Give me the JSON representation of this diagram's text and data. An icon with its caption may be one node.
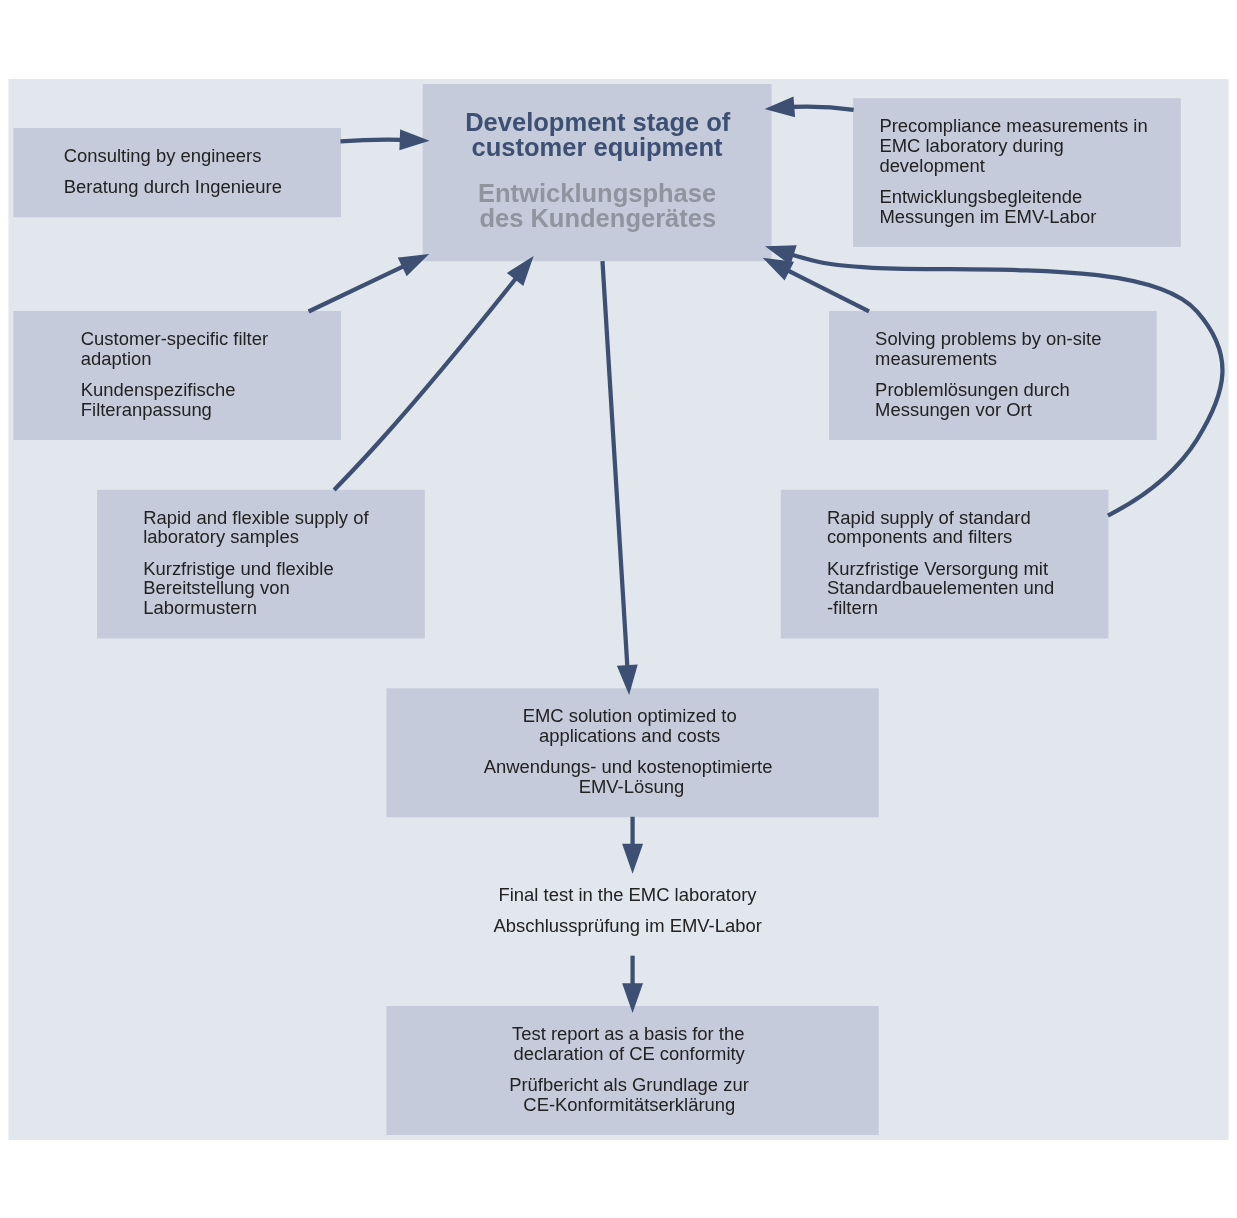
{
  "diagram": {
    "nodes": [
      {
        "text": [
          "Consulting by engineers",
          "Beratung durch Ingenieure"
        ]
      },
      {
        "text": [
          "Customer-specific filter adaption",
          "Kundenspezifische Filteranpassung"
        ]
      },
      {
        "text": [
          "Rapid and flexible supply of laboratory samples",
          "Kurzfristige und flexible Bereitstellung von Labormustern"
        ]
      },
      {
        "text": [
          "Development stage of customer equipment",
          "Entwicklungsphase des Kundengerätes"
        ]
      },
      {
        "text": [
          "Precompliance measurements in EMC laboratory during development",
          "Entwicklungsbegleitende Messungen im EMV-Labor"
        ]
      },
      {
        "text": [
          "Solving problems by on-site measurements",
          "Problemlösungen durch Messungen vor Ort"
        ]
      },
      {
        "text": [
          "Rapid supply of standard components and filters",
          "Kurzfristige Versorgung mit Standardbauelementen und -filtern"
        ]
      },
      {
        "text": [
          "EMC solution optimized to applications and costs",
          "Anwendungs- und kostenoptimierte EMV-Lösung"
        ]
      },
      {
        "text": [
          "Final test in the EMC laboratory",
          "Abschlussprüfung im EMV-Labor"
        ]
      },
      {
        "text": [
          "Test report as a basis for the declaration of CE conformity",
          "Prüfbericht als Grundlage zur CE-Konformitätserklärung"
        ]
      }
    ],
    "edges": [
      {
        "from": 0,
        "to": 3,
        "arrow": "to"
      },
      {
        "from": 1,
        "to": 3,
        "arrow": "to"
      },
      {
        "from": 2,
        "to": 3,
        "arrow": "to"
      },
      {
        "from": 4,
        "to": 3,
        "arrow": "to"
      },
      {
        "from": 5,
        "to": 3,
        "arrow": "to"
      },
      {
        "from": 6,
        "to": 3,
        "arrow": "to"
      },
      {
        "from": 3,
        "to": 7,
        "arrow": "to"
      },
      {
        "from": 7,
        "to": 8,
        "arrow": "to"
      },
      {
        "from": 8,
        "to": 9,
        "arrow": "to"
      }
    ]
  }
}
